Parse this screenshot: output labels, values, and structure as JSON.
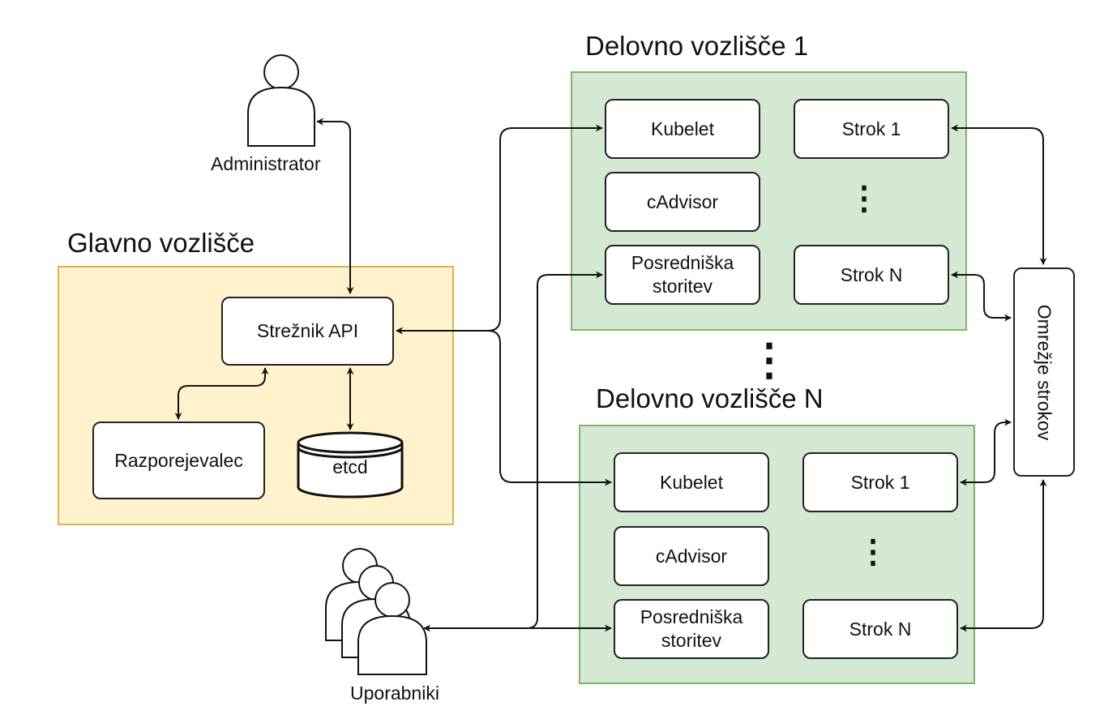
{
  "master_node": {
    "title": "Glavno vozlišče",
    "api_server": "Strežnik API",
    "scheduler": "Razporejevalec",
    "etcd": "etcd"
  },
  "worker_nodes": [
    {
      "title": "Delovno vozlišče 1",
      "kubelet": "Kubelet",
      "cadvisor": "cAdvisor",
      "proxy_line1": "Posredniška",
      "proxy_line2": "storitev",
      "pod_first": "Strok 1",
      "pod_last": "Strok N",
      "ellipsis": "⋮"
    },
    {
      "title": "Delovno vozlišče N",
      "kubelet": "Kubelet",
      "cadvisor": "cAdvisor",
      "proxy_line1": "Posredniška",
      "proxy_line2": "storitev",
      "pod_first": "Strok 1",
      "pod_last": "Strok N",
      "ellipsis": "⋮"
    }
  ],
  "between_nodes_ellipsis": "⋮",
  "pod_network": "Omrežje strokov",
  "actors": {
    "admin": "Administrator",
    "users": "Uporabniki"
  },
  "colors": {
    "master_fill": "#fff2cc",
    "master_stroke": "#d6b656",
    "worker_fill": "#d5e8d4",
    "worker_stroke": "#82b366",
    "line": "#111111"
  }
}
